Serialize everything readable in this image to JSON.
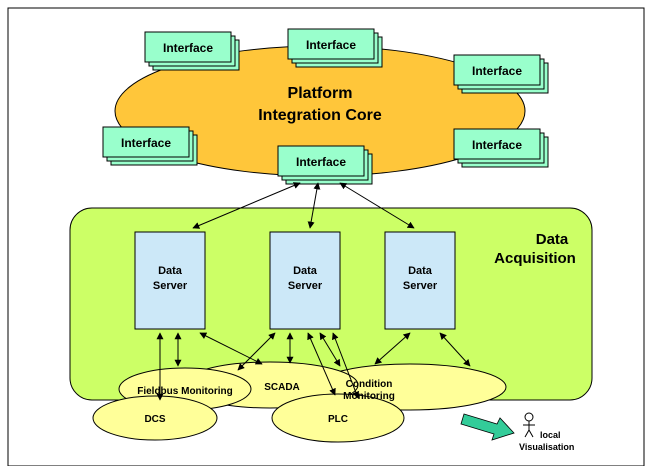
{
  "core": {
    "line1": "Platform",
    "line2": "Integration Core"
  },
  "interface_label": "Interface",
  "acquisition": {
    "line1": "Data",
    "line2": "Acquisition"
  },
  "servers": [
    {
      "line1": "Data",
      "line2": "Server"
    },
    {
      "line1": "Data",
      "line2": "Server"
    },
    {
      "line1": "Data",
      "line2": "Server"
    }
  ],
  "systems": {
    "fieldbus": "Fieldbus Monitoring",
    "scada": "SCADA",
    "condition_1": "Condition",
    "condition_2": "Monitoring",
    "dcs": "DCS",
    "plc": "PLC"
  },
  "local": {
    "line1": "local",
    "line2": "Visualisation"
  },
  "colors": {
    "core_fill": "#ffc63a",
    "interface_fill": "#99ffcc",
    "acquisition_fill": "#ccff66",
    "server_fill": "#cce8f8",
    "ellipse_fill": "#ffff99",
    "arrow_fill": "#33cc99"
  }
}
